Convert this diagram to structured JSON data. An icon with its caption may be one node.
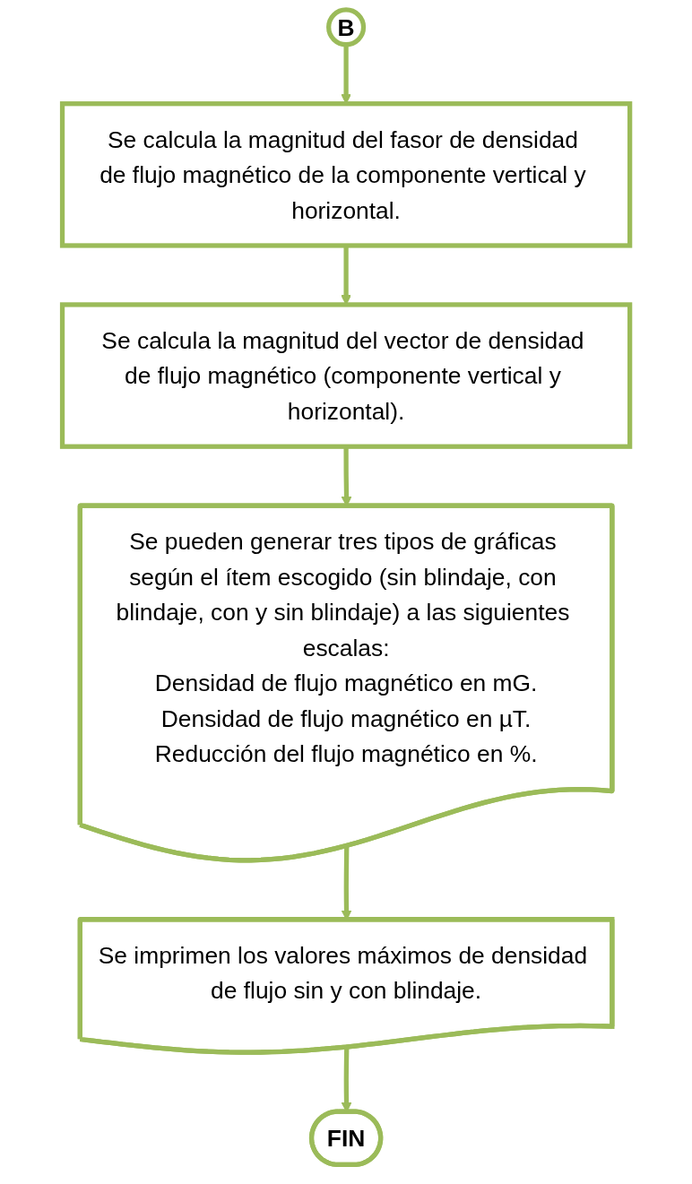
{
  "diagram": {
    "nodes": [
      {
        "text": [
          "B"
        ]
      },
      {
        "text": [
          "Se calcula la magnitud del fasor de densidad de flujo magnético de la componente vertical y horizontal."
        ]
      },
      {
        "text": [
          "Se calcula la magnitud del vector de densidad de flujo magnético (componente vertical y horizontal)."
        ]
      },
      {
        "text": [
          "Se pueden generar tres tipos de gráficas según el ítem escogido (sin blindaje, con blindaje, con y sin blindaje) a las siguientes escalas:",
          "Densidad de flujo magnético en mG.",
          "Densidad de flujo magnético en µT.",
          "Reducción del flujo magnético en %."
        ]
      },
      {
        "text": [
          "Se imprimen los valores máximos de densidad de flujo sin y con blindaje."
        ]
      },
      {
        "text": [
          "FIN"
        ]
      }
    ],
    "edges": [
      {
        "from": 0,
        "to": 1,
        "arrow": "to"
      },
      {
        "from": 1,
        "to": 2,
        "arrow": "to"
      },
      {
        "from": 2,
        "to": 3,
        "arrow": "to"
      },
      {
        "from": 3,
        "to": 4,
        "arrow": "to"
      },
      {
        "from": 4,
        "to": 5,
        "arrow": "to"
      }
    ]
  }
}
